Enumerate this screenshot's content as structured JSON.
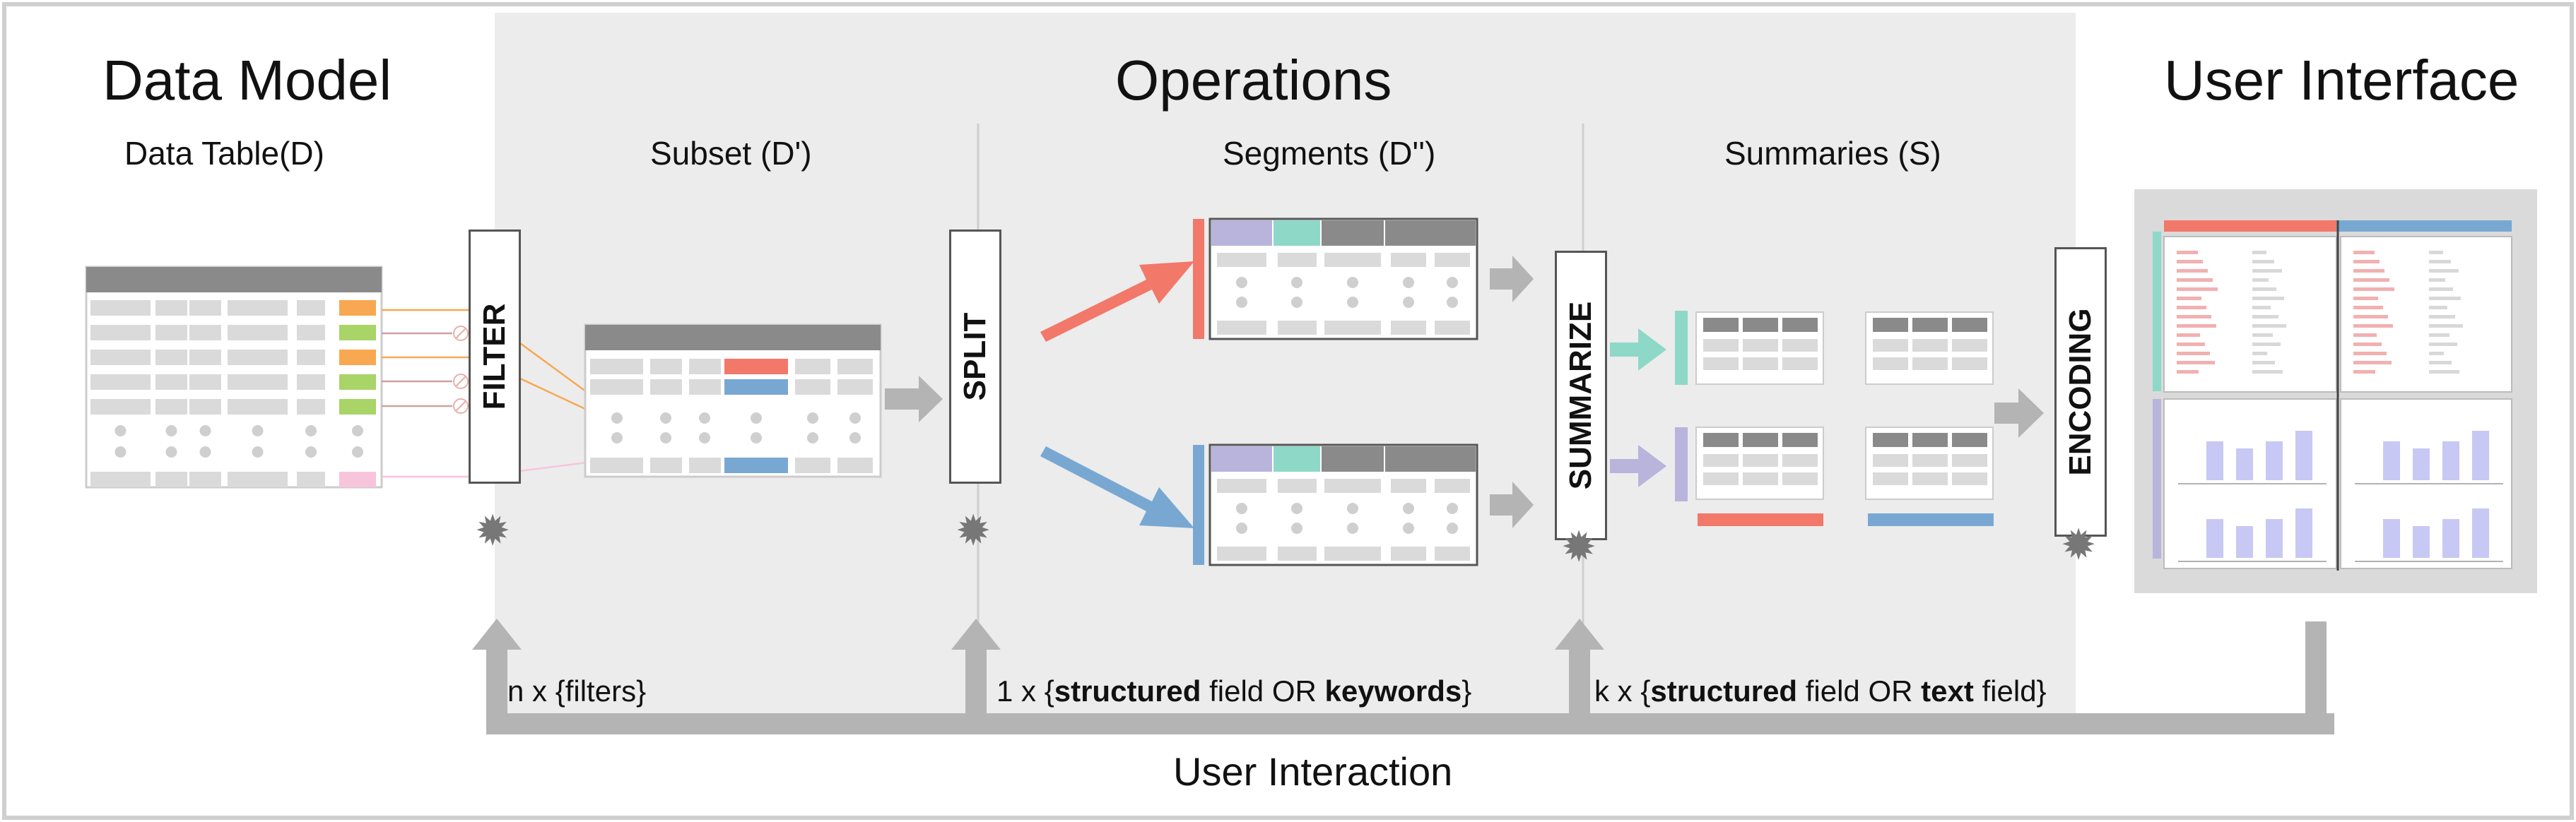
{
  "sections": {
    "data_model": "Data Model",
    "operations": "Operations",
    "user_interface": "User Interface"
  },
  "stages": {
    "data_table": "Data Table(D)",
    "subset": "Subset (D')",
    "segments": "Segments (D'')",
    "summaries": "Summaries (S)"
  },
  "operators": {
    "filter": "FILTER",
    "split": "SPLIT",
    "summarize": "SUMMARIZE",
    "encoding": "ENCODING"
  },
  "feedback": {
    "filters": "n x {filters}",
    "split_prefix": "1 x {",
    "split_b1": "structured",
    "split_mid": " field OR ",
    "split_b2": "keywords",
    "split_suffix": "}",
    "sum_prefix": "k x {",
    "sum_b1": "structured",
    "sum_mid": " field OR ",
    "sum_b2": "text",
    "sum_suffix": " field}",
    "user_interaction": "User Interaction"
  },
  "icons": {
    "gear": "gear-icon",
    "arrow": "arrow-icon",
    "blocked": "blocked-icon"
  },
  "colors": {
    "ops_bg": "#ececec",
    "header": "#8a8a8a",
    "cell": "#dadada",
    "red": "#f2786a",
    "blue": "#78a8d2",
    "teal": "#8ed8c8",
    "lavender": "#b8b4dc",
    "orange": "#f8a850",
    "green": "#a8d468",
    "pink": "#f8c4dc",
    "arrow_gray": "#b4b4b4"
  }
}
